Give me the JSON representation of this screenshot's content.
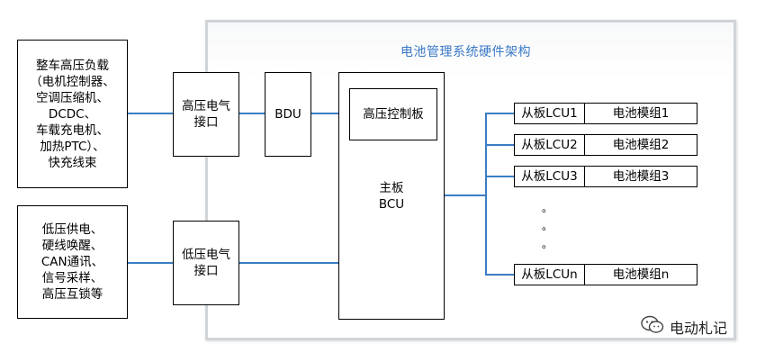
{
  "diagram": {
    "title": "电池管理系统硬件架构",
    "hv_load": "整车高压负载\n（电机控制器、\n空调压缩机、\nDCDC、\n车载充电机、\n加热PTC）、\n快充线束",
    "lv_signals": "低压供电、\n硬线唤醒、\nCAN通讯、\n信号采样、\n高压互锁等",
    "hv_interface": "高压电气\n接口",
    "lv_interface": "低压电气\n接口",
    "bdu": "BDU",
    "hv_control_board": "高压控制板",
    "main_board": "主板\nBCU",
    "modules": [
      {
        "lcu": "从板LCU1",
        "battery": "电池模组1"
      },
      {
        "lcu": "从板LCU2",
        "battery": "电池模组2"
      },
      {
        "lcu": "从板LCU3",
        "battery": "电池模组3"
      },
      {
        "lcu": "从板LCUn",
        "battery": "电池模组n"
      }
    ],
    "ellipsis": [
      "。",
      "。",
      "。"
    ]
  },
  "watermark": {
    "text": "电动札记",
    "icon": "wechat-icon"
  },
  "colors": {
    "line": "#3b7dc4",
    "title": "#3a79c6",
    "frame": "#d0d4d8"
  }
}
